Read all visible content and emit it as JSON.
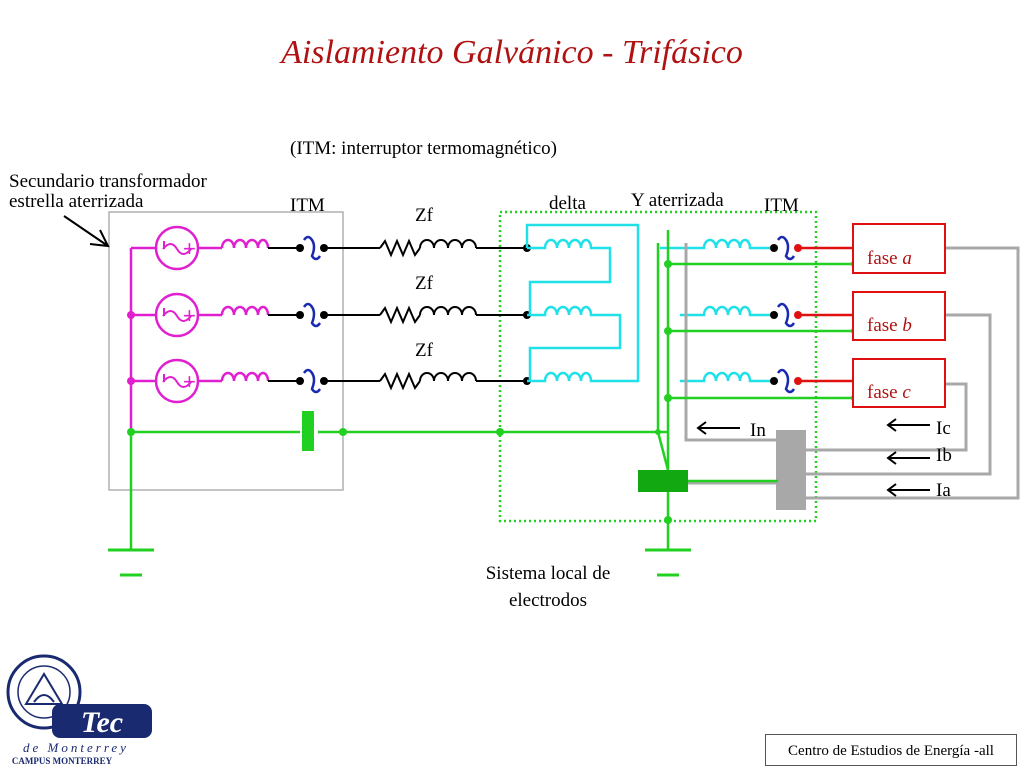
{
  "slide": {
    "title": "Aislamiento Galvánico - Trifásico",
    "footer": "Centro de Estudios de Energía -all"
  },
  "diagram": {
    "itm_note": "(ITM:  interruptor termomagnético)",
    "transformer_label_line1": "Secundario transformador",
    "transformer_label_line2": "estrella aterrizada",
    "itm_left": "ITM",
    "itm_right": "ITM",
    "zf_labels": [
      "Zf",
      "Zf",
      "Zf"
    ],
    "delta_label": "delta",
    "wye_label": "Y aterrizada",
    "phases": [
      {
        "prefix": "fase ",
        "letter": "a"
      },
      {
        "prefix": "fase ",
        "letter": "b"
      },
      {
        "prefix": "fase ",
        "letter": "c"
      }
    ],
    "currents": {
      "in": "In",
      "ic": "Ic",
      "ib": "Ib",
      "ia": "Ia"
    },
    "electrodes_line1": "Sistema local de",
    "electrodes_line2": "electrodos",
    "colors": {
      "magenta": "#e020d0",
      "green": "#22d022",
      "cyan": "#20e0e8",
      "red": "#e01010",
      "gray": "#a8a8a8",
      "title_red": "#b01212",
      "navy": "#1a2a70"
    }
  },
  "logo": {
    "name": "Tec",
    "line2": "de Monterrey",
    "line3": "CAMPUS MONTERREY"
  }
}
